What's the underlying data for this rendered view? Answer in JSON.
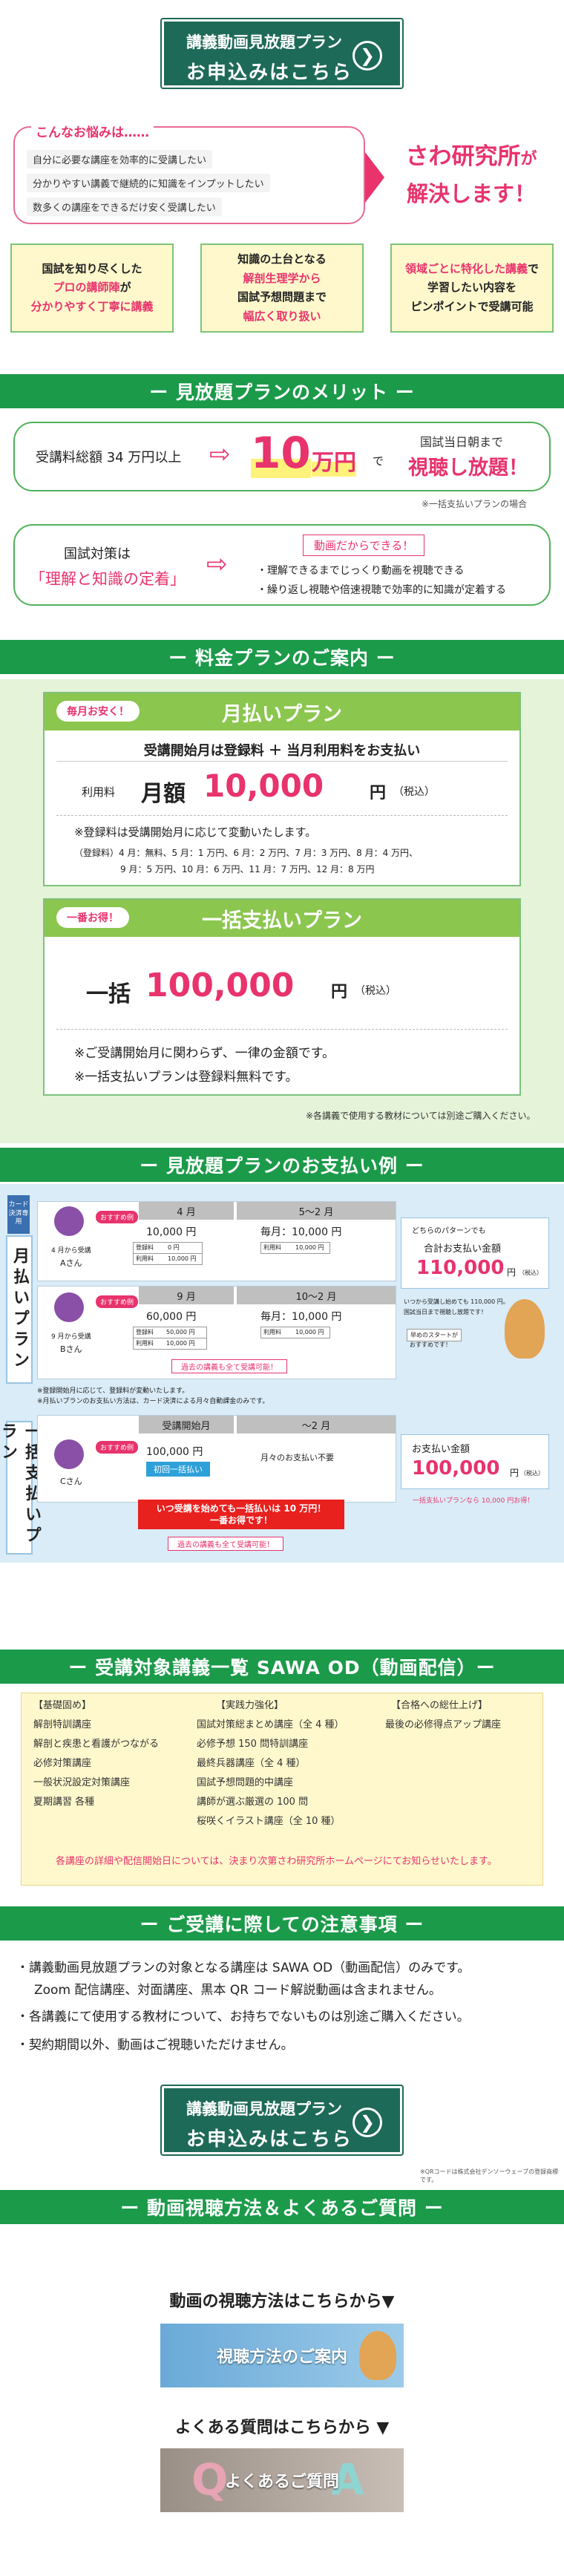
{
  "cta": {
    "line1": "講義動画見放題プラン",
    "line2": "お申込みはこちら",
    "arrow": "❯"
  },
  "worry": {
    "title": "こんなお悩みは……",
    "items": [
      "自分に必要な講座を効率的に受講したい",
      "分かりやすい講義で継続的に知識をインプットしたい",
      "数多くの講座をできるだけ安く受講したい"
    ]
  },
  "solve": {
    "line1": "さわ研究所",
    "line1b": "が",
    "line2": "解決します！"
  },
  "features": [
    {
      "a": "国試を知り尽くした",
      "b": "プロの講師陣",
      "c": "が",
      "d": "分かりやすく丁寧に講義"
    },
    {
      "a": "知識の土台となる",
      "b": "解剖生理学から",
      "c": "国試予想問題まで",
      "d": "幅広く取り扱い"
    },
    {
      "a": "領域ごとに特化した講義",
      "b": "で",
      "c": "学習したい内容を",
      "d": "ピンポイントで受講可能"
    }
  ],
  "sections": {
    "merit": "ー 見放題プランのメリット ー",
    "price": "ー 料金プランのご案内 ー",
    "pay": "ー 見放題プランのお支払い例 ー",
    "courses": "ー 受講対象講義一覧 SAWA OD（動画配信）ー",
    "notes": "ー ご受講に際しての注意事項 ー",
    "faq": "ー 動画視聴方法＆よくあるご質問 ー"
  },
  "merit1": {
    "left": "受講料総額 34 万円以上",
    "arrow": "⇨",
    "big": "10",
    "unit": "万円",
    "small": "で",
    "right1": "国試当日朝まで",
    "right2": "視聴し放題！",
    "note": "※一括支払いプランの場合"
  },
  "merit2": {
    "left1": "国試対策は",
    "left2": "「理解と知識の定着」",
    "arrow": "⇨",
    "tag": "動画だからできる！",
    "p1": "・理解できるまでじっくり動画を視聴できる",
    "p2": "・繰り返し視聴や倍速視聴で効率的に知識が定着する"
  },
  "monthly": {
    "badge": "毎月お安く！",
    "title": "月払いプラン",
    "line": "受講開始月は登録料 ＋ 当月利用料をお支払い",
    "feeLabel": "利用料",
    "feePrefix": "月額",
    "fee": "10,000",
    "feeUnit": "円",
    "tax": "（税込）",
    "note": "※登録料は受講開始月に応じて変動いたします。",
    "reg1": "（登録料）4 月：無料、5 月：1 万円、6 月：2 万円、7 月：3 万円、8 月：4 万円、",
    "reg2": "9 月：5 万円、10 月：6 万円、11 月：7 万円、12 月：8 万円"
  },
  "lump": {
    "badge": "一番お得！",
    "title": "一括支払いプラン",
    "prefix": "一括",
    "fee": "100,000",
    "feeUnit": "円",
    "tax": "（税込）",
    "n1": "※ご受講開始月に関わらず、一律の金額です。",
    "n2": "※一括支払いプランは登録料無料です。"
  },
  "priceNote": "※各講義で使用する教材については別途ご購入ください。",
  "payment": {
    "cornerLabel": "カード決済専用",
    "monthlyLabel": "月払いプラン",
    "lumpLabel": "一括支払いプラン",
    "personA": "Aさん",
    "personAsub": "4 月から受講",
    "personB": "Bさん",
    "personBsub": "9 月から受講",
    "personC": "Cさん",
    "pill": "おすすめ例",
    "a_col1": "4 月",
    "a_col1v": "10,000 円",
    "a_col2": "5～2 月",
    "a_col2v": "毎月：10,000 円",
    "a_r1": "登録料",
    "a_r1v": "0 円",
    "a_r2": "利用料",
    "a_r2v": "10,000 円",
    "a_s1": "利用料",
    "a_s1v": "10,000 円",
    "b_col1": "9 月",
    "b_col1v": "60,000 円",
    "b_col2": "10～2 月",
    "b_col2v": "毎月：10,000 円",
    "b_r1": "登録料",
    "b_r1v": "50,000 円",
    "b_r2": "利用料",
    "b_r2v": "10,000 円",
    "b_s1": "利用料",
    "b_s1v": "10,000 円",
    "watch": "過去の講義も全て受講可能！",
    "bubble1": "どちらのパターンでも",
    "bubble2": "合計お支払い金額",
    "bubbleAmt": "110,000",
    "bubbleUnit": "円",
    "bubbleTax": "（税込）",
    "aside1": "いつから受講し始めても 110,000 円。",
    "aside2": "国試当日まで視聴し放題です！",
    "aside3": "早めのスタートが",
    "aside4": "おすすめです！",
    "fn1": "※登録開始月に応じて、登録料が変動いたします。",
    "fn2": "※月払いプランのお支払い方法は、カード決済による月々自動課金のみです。",
    "c_col1": "受講開始月",
    "c_col2": "～2 月",
    "c_amt": "100,000 円",
    "c_chip": "初回一括払い",
    "c_none": "月々のお支払い不要",
    "c_total1": "お支払い金額",
    "c_total2": "100,000",
    "c_unit": "円",
    "c_tax": "（税込）",
    "c_red1": "いつ受講を始めても一括払いは 10 万円！",
    "c_red2": "一番お得です！",
    "c_watch": "過去の講義も全て受講可能！",
    "c_note": "一括支払いプランなら 10,000 円お得！"
  },
  "courses": {
    "h1": "【基礎固め】",
    "h2": "【実践力強化】",
    "h3": "【合格への総仕上げ】",
    "c1": [
      "解剖特訓講座",
      "解剖と疾患と看護がつながる",
      "必修対策講座",
      "一般状況設定対策講座",
      "夏期講習 各種"
    ],
    "c2": [
      "国試対策総まとめ講座（全 4 種）",
      "必修予想 150 問特訓講座",
      "最終兵器講座（全 4 種）",
      "国試予想問題的中講座",
      "講師が選ぶ厳選の 100 問",
      "桜咲くイラスト講座（全 10 種）"
    ],
    "c3": [
      "最後の必修得点アップ講座"
    ],
    "foot": "各講座の詳細や配信開始日については、決まり次第さわ研究所ホームページにてお知らせいたします。"
  },
  "notes": [
    "・講義動画見放題プランの対象となる講座は SAWA OD（動画配信）のみです。",
    "Zoom 配信講座、対面講座、黒本 QR コード解説動画は含まれません。",
    "・各講義にて使用する教材について、お持ちでないものは別途ご購入ください。",
    "・契約期間以外、動画はご視聴いただけません。"
  ],
  "tinyNote": "※QRコードは株式会社デンソーウェーブの登録商標です。",
  "faq": {
    "h1": "動画の視聴方法はこちらから▼",
    "banner1": "視聴方法のご案内",
    "h2": "よくある質問はこちらから ▼",
    "banner2": "よくあるご質問",
    "q": "Q",
    "a": "A"
  }
}
